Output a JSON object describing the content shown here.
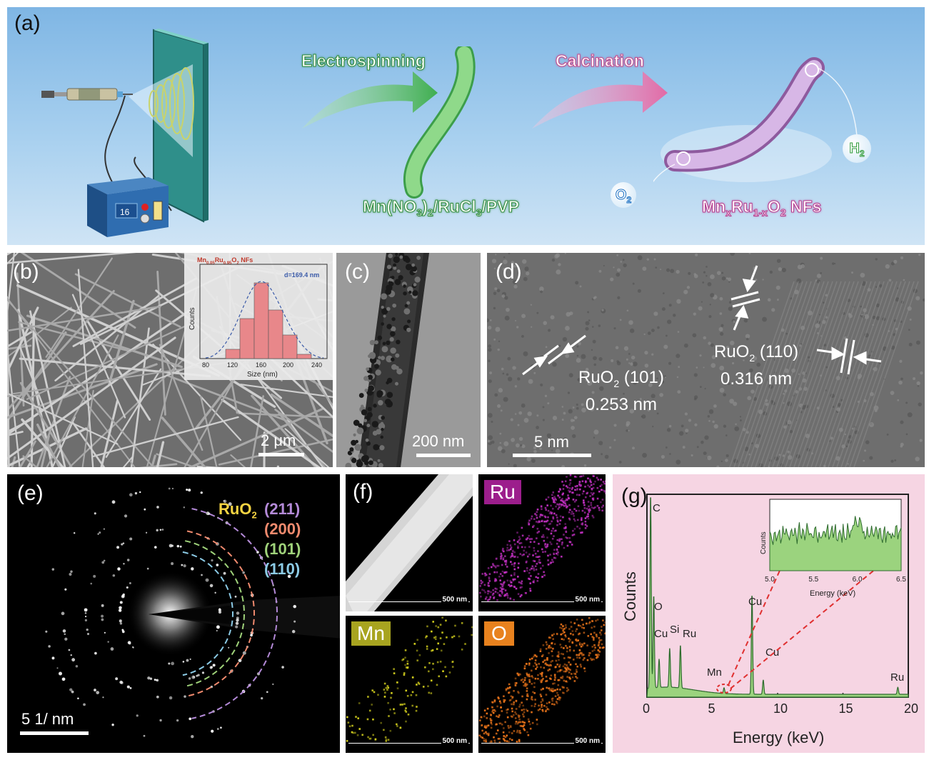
{
  "panel_a": {
    "label": "(a)",
    "power_display": "16",
    "step1": "Electrospinning",
    "step2": "Calcination",
    "precursor": {
      "p1": "Mn(NO",
      "s1": "3",
      "p2": ")",
      "s2": "2",
      "p3": "/RuCl",
      "s3": "3",
      "p4": "/PVP"
    },
    "product": {
      "p1": "Mn",
      "s1": "x",
      "p2": "Ru",
      "s2": "1-x",
      "p3": "O",
      "s3": "2",
      "p4": " NFs"
    },
    "o2": {
      "main": "O",
      "sub": "2"
    },
    "h2": {
      "main": "H",
      "sub": "2"
    }
  },
  "panel_b": {
    "label": "(b)",
    "scale": "2 μm",
    "inset": {
      "title": {
        "p1": "Mn",
        "s1": "0.05",
        "p2": "Ru",
        "s2": "0.95",
        "p3": "O",
        "s3": "2",
        "p4": " NFs"
      },
      "diameter": "d=169.4 nm",
      "ylabel": "Counts",
      "xlabel": "Size (nm)",
      "xticks": [
        "80",
        "120",
        "160",
        "200",
        "240"
      ]
    }
  },
  "panel_c": {
    "label": "(c)",
    "scale": "200 nm"
  },
  "panel_d": {
    "label": "(d)",
    "scale": "5 nm",
    "ann1": {
      "p1": "RuO",
      "s1": "2",
      "p2": " (101)",
      "d": "0.253 nm"
    },
    "ann2": {
      "p1": "RuO",
      "s1": "2",
      "p2": " (110)",
      "d": "0.316 nm"
    }
  },
  "panel_e": {
    "label": "(e)",
    "scale": "5 1/ nm",
    "phase": {
      "p1": "RuO",
      "s1": "2"
    },
    "rings": [
      {
        "label": "(211)",
        "color": "#b48ad8"
      },
      {
        "label": "(200)",
        "color": "#f08a6e"
      },
      {
        "label": "(101)",
        "color": "#9fd27a"
      },
      {
        "label": "(110)",
        "color": "#8ccbe6"
      }
    ]
  },
  "panel_f": {
    "label": "(f)",
    "scale": "500 nm",
    "maps": [
      {
        "element": "Ru",
        "color": "#c030c0",
        "tag_bg": "#9c1e8c"
      },
      {
        "element": "Mn",
        "color": "#d6d21e",
        "tag_bg": "#a8a420"
      },
      {
        "element": "O",
        "color": "#e8731a",
        "tag_bg": "#e8821e"
      }
    ]
  },
  "chart_data": {
    "type": "line",
    "panel_label": "(g)",
    "xlabel": "Energy (keV)",
    "ylabel": "Counts",
    "xlim": [
      0,
      20
    ],
    "xticks": [
      "0",
      "5",
      "10",
      "15",
      "20"
    ],
    "peaks": [
      {
        "label": "C",
        "x": 0.28
      },
      {
        "label": "O",
        "x": 0.52
      },
      {
        "label": "Cu",
        "x": 0.93
      },
      {
        "label": "Si",
        "x": 1.74
      },
      {
        "label": "Ru",
        "x": 2.56
      },
      {
        "label": "Mn",
        "x": 5.9
      },
      {
        "label": "Cu",
        "x": 8.04
      },
      {
        "label": "Cu",
        "x": 8.9
      },
      {
        "label": "Ru",
        "x": 19.2
      }
    ],
    "inset": {
      "xlabel": "Energy (keV)",
      "ylabel": "Counts",
      "xlim": [
        5.0,
        6.5
      ],
      "xticks": [
        "5.0",
        "5.5",
        "6.0",
        "6.5"
      ]
    }
  }
}
